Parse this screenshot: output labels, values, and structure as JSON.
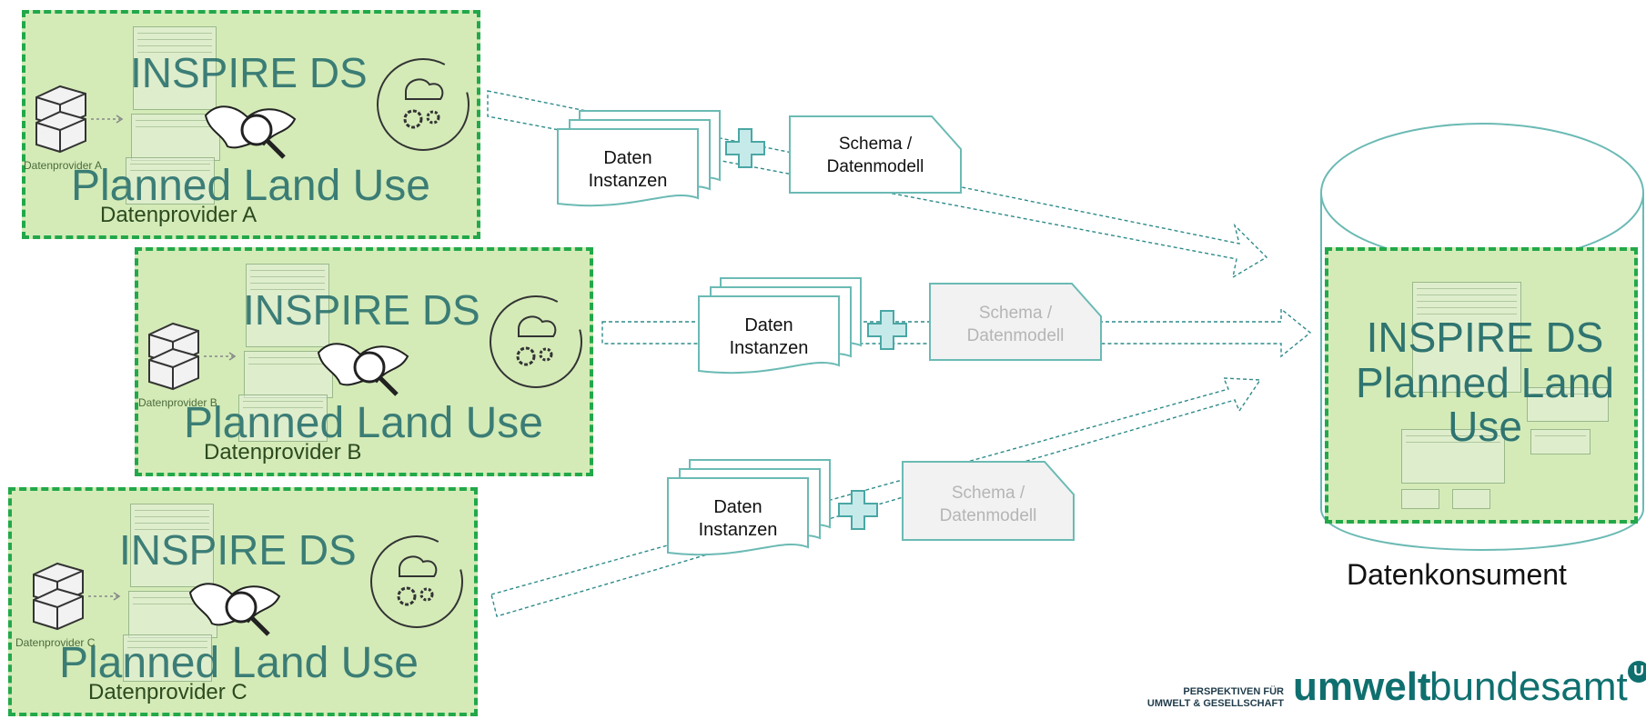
{
  "providers": [
    {
      "name": "Datenprovider A",
      "small_label": "Datenprovider A",
      "title_line1": "INSPIRE DS",
      "title_line2": "Planned Land Use"
    },
    {
      "name": "Datenprovider B",
      "small_label": "Datenprovider B",
      "title_line1": "INSPIRE DS",
      "title_line2": "Planned Land Use"
    },
    {
      "name": "Datenprovider C",
      "small_label": "Datenprovider C",
      "title_line1": "INSPIRE DS",
      "title_line2": "Planned Land Use"
    }
  ],
  "flows": [
    {
      "doc_line1": "Daten",
      "doc_line2": "Instanzen",
      "schema_line1": "Schema /",
      "schema_line2": "Datenmodell",
      "schema_state": "active"
    },
    {
      "doc_line1": "Daten",
      "doc_line2": "Instanzen",
      "schema_line1": "Schema /",
      "schema_line2": "Datenmodell",
      "schema_state": "dimmed"
    },
    {
      "doc_line1": "Daten",
      "doc_line2": "Instanzen",
      "schema_line1": "Schema /",
      "schema_line2": "Datenmodell",
      "schema_state": "dimmed"
    }
  ],
  "consumer": {
    "title_line1": "INSPIRE DS",
    "title_line2": "Planned Land",
    "title_line3": "Use",
    "label": "Datenkonsument"
  },
  "logo": {
    "tagline_line1": "PERSPEKTIVEN FÜR",
    "tagline_line2": "UMWELT & GESELLSCHAFT",
    "word1": "umwelt",
    "word2": "bundesamt",
    "badge": "U"
  },
  "colors": {
    "provider_fill": "#d4ebb8",
    "dashed_border": "#22a84a",
    "title_teal": "#2f7470",
    "outline_teal": "#6bbab4",
    "plus_fill": "#c6eaea"
  }
}
